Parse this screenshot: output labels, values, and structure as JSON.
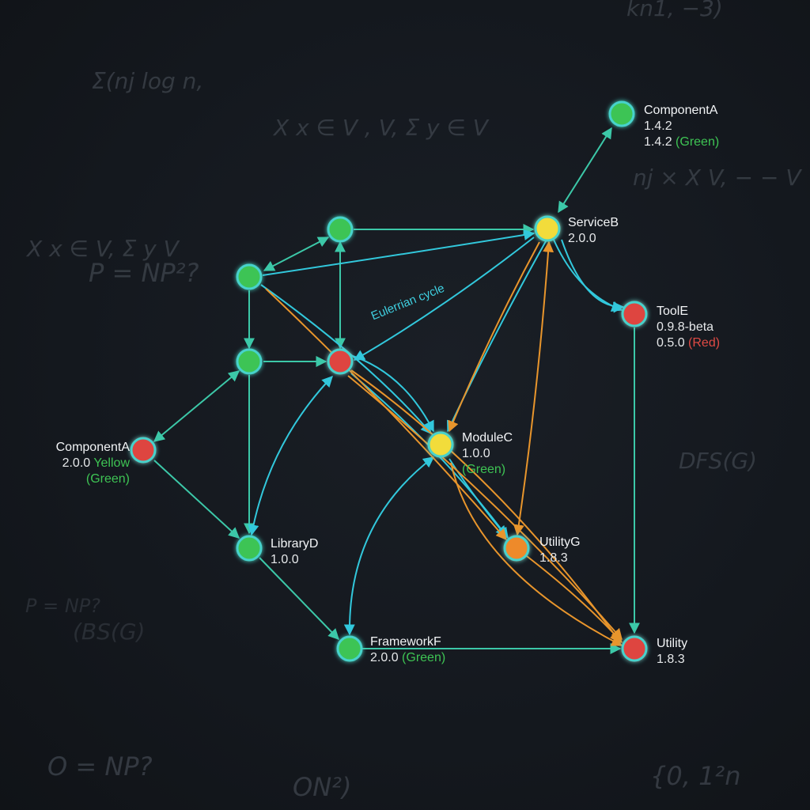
{
  "background_formulas": [
    "Σ(nj log n,",
    "X x ∈ V , V, Σ y ∈ V",
    "X x ∈ V, Σ y V",
    "P = NP²?",
    "kn1, −3)",
    "nj × X V, − − V",
    "DFS(G)",
    "P = NP?",
    "(BS(G)",
    "O = NP?",
    "ON²)",
    "{0, 1²n"
  ],
  "annotation": "Eulerrian cycle",
  "nodes": [
    {
      "id": "a",
      "status": "green"
    },
    {
      "id": "b",
      "status": "yellow"
    },
    {
      "id": "c",
      "status": "green"
    },
    {
      "id": "d",
      "status": "green"
    },
    {
      "id": "e",
      "status": "red"
    },
    {
      "id": "f",
      "status": "green"
    },
    {
      "id": "g",
      "status": "red"
    },
    {
      "id": "h",
      "status": "red"
    },
    {
      "id": "i",
      "status": "yellow"
    },
    {
      "id": "j",
      "status": "green"
    },
    {
      "id": "k",
      "status": "orange"
    },
    {
      "id": "l",
      "status": "green"
    },
    {
      "id": "m",
      "status": "red"
    }
  ],
  "labels": {
    "componentA_top": {
      "name": "ComponentA",
      "v1": "1.4.2",
      "v2": "1.4.2",
      "v2_suffix": "(Green)"
    },
    "serviceB": {
      "name": "ServiceB",
      "version": "2.0.0"
    },
    "toolE": {
      "name": "ToolE",
      "v1": "0.9.8-beta",
      "v2": "0.5.0",
      "v2_suffix": "(Red)"
    },
    "componentA_left": {
      "name": "ComponentA",
      "version": "2.0.0",
      "suffix1": "Yellow",
      "suffix2": "(Green)"
    },
    "moduleC": {
      "name": "ModuleC",
      "version": "1.0.0",
      "suffix": "(Green)"
    },
    "libraryD": {
      "name": "LibraryD",
      "version": "1.0.0"
    },
    "utilityG": {
      "name": "UtilityG",
      "version": "1.8.3"
    },
    "frameworkF": {
      "name": "FrameworkF",
      "version": "2.0.0",
      "suffix": "(Green)"
    },
    "utility": {
      "name": "Utility",
      "version": "1.8.3"
    }
  },
  "colors": {
    "green": "#3ec454",
    "yellow": "#f2dc3a",
    "red": "#de4540",
    "orange": "#ee8a2c",
    "cyan_edge": "#32c8dc",
    "teal_edge": "#3cc8a8",
    "orange_edge": "#e8952c"
  }
}
